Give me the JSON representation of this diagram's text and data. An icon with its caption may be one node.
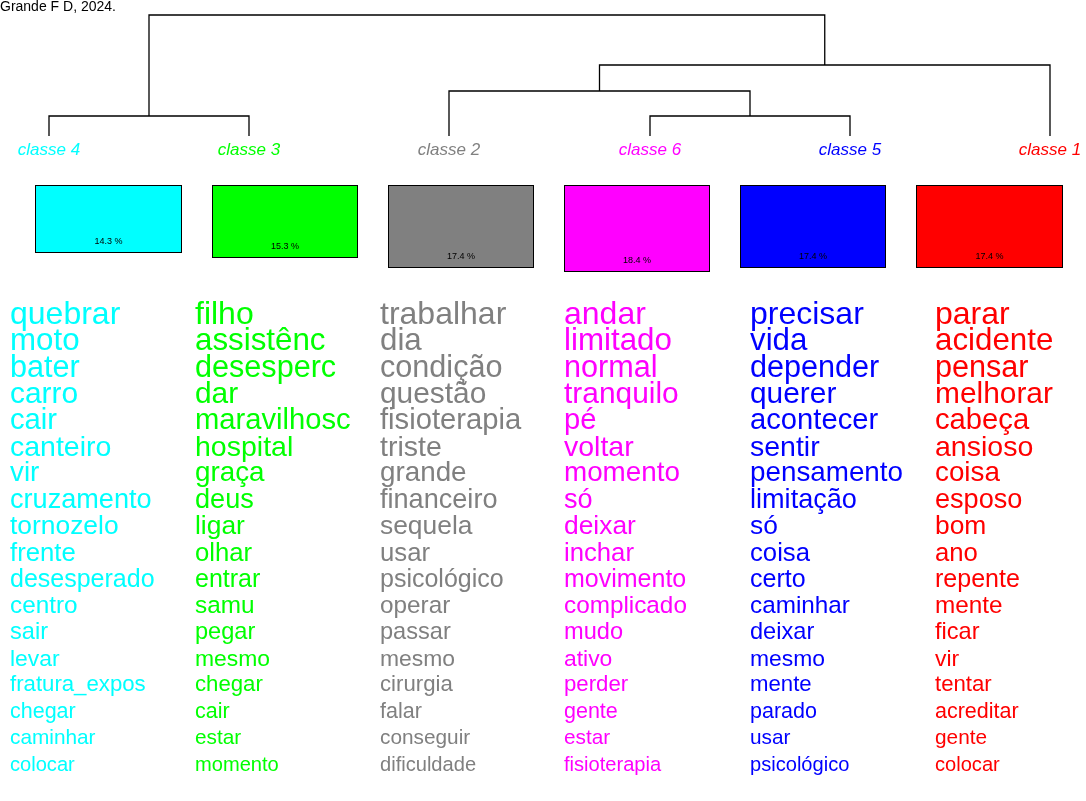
{
  "diagram": {
    "nodes": [
      {
        "text": [
          "14.3 %"
        ],
        "beside": [
          "classe  4",
          "quebrar",
          "moto",
          "bater",
          "carro",
          "cair",
          "canteiro",
          "vir",
          "cruzamento",
          "tornozelo",
          "frente",
          "desesperado",
          "centro",
          "sair",
          "levar",
          "fratura_expos",
          "chegar",
          "caminhar",
          "colocar"
        ]
      },
      {
        "text": [
          "15.3 %"
        ],
        "beside": [
          "classe  3",
          "filho",
          "assistênc",
          "desesperc",
          "dar",
          "maravilhosc",
          "hospital",
          "graça",
          "deus",
          "ligar",
          "olhar",
          "entrar",
          "samu",
          "pegar",
          "mesmo",
          "chegar",
          "cair",
          "estar",
          "momento"
        ]
      },
      {
        "text": [
          "17.4 %"
        ],
        "beside": [
          "classe  2",
          "trabalhar",
          "dia",
          "condição",
          "questão",
          "fisioterapia",
          "triste",
          "grande",
          "financeiro",
          "sequela",
          "usar",
          "psicológico",
          "operar",
          "passar",
          "mesmo",
          "cirurgia",
          "falar",
          "conseguir",
          "dificuldade"
        ]
      },
      {
        "text": [
          "18.4 %"
        ],
        "beside": [
          "classe  6",
          "andar",
          "limitado",
          "normal",
          "tranquilo",
          "pé",
          "voltar",
          "momento",
          "só",
          "deixar",
          "inchar",
          "movimento",
          "complicado",
          "mudo",
          "ativo",
          "perder",
          "gente",
          "estar",
          "fisioterapia"
        ]
      },
      {
        "text": [
          "17.4 %"
        ],
        "beside": [
          "classe  5",
          "precisar",
          "vida",
          "depender",
          "querer",
          "acontecer",
          "sentir",
          "pensamento",
          "limitação",
          "só",
          "coisa",
          "certo",
          "caminhar",
          "deixar",
          "mesmo",
          "mente",
          "parado",
          "usar",
          "psicológico"
        ]
      },
      {
        "text": [
          "17.4 %"
        ],
        "beside": [
          "classe  1",
          "parar",
          "acidente",
          "pensar",
          "melhorar",
          "cabeça",
          "ansioso",
          "coisa",
          "esposo",
          "bom",
          "ano",
          "repente",
          "mente",
          "ficar",
          "vir",
          "tentar",
          "acreditar",
          "gente",
          "colocar"
        ]
      }
    ],
    "labels": [
      "Grande F D, 2024."
    ]
  }
}
